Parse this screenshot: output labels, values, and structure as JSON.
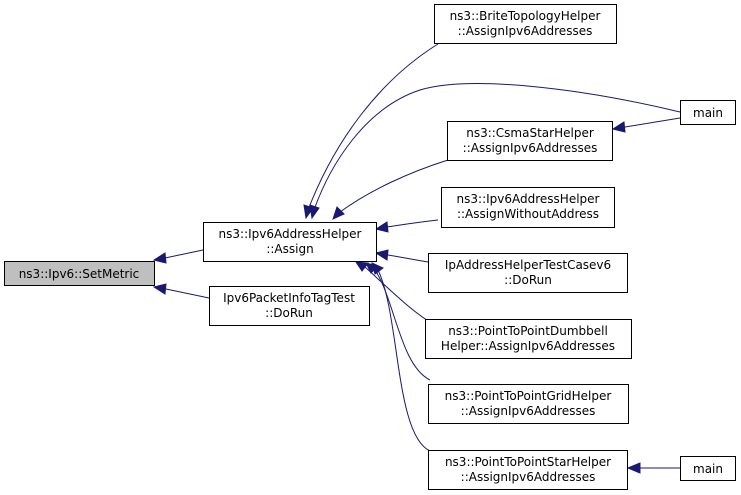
{
  "colors": {
    "edge": "#191970",
    "focus_fill": "#bfbfbf",
    "node_fill": "#ffffff",
    "node_stroke": "#000000"
  },
  "nodes": [
    {
      "id": "setmetric",
      "lines": [
        "ns3::Ipv6::SetMetric"
      ]
    },
    {
      "id": "assign",
      "lines": [
        "ns3::Ipv6AddressHelper",
        "::Assign"
      ]
    },
    {
      "id": "pktinfo",
      "lines": [
        "Ipv6PacketInfoTagTest",
        "::DoRun"
      ]
    },
    {
      "id": "brite",
      "lines": [
        "ns3::BriteTopologyHelper",
        "::AssignIpv6Addresses"
      ]
    },
    {
      "id": "csma",
      "lines": [
        "ns3::CsmaStarHelper",
        "::AssignIpv6Addresses"
      ]
    },
    {
      "id": "without",
      "lines": [
        "ns3::Ipv6AddressHelper",
        "::AssignWithoutAddress"
      ]
    },
    {
      "id": "iptest",
      "lines": [
        "IpAddressHelperTestCasev6",
        "::DoRun"
      ]
    },
    {
      "id": "dumbbell",
      "lines": [
        "ns3::PointToPointDumbbell",
        "Helper::AssignIpv6Addresses"
      ]
    },
    {
      "id": "grid",
      "lines": [
        "ns3::PointToPointGridHelper",
        "::AssignIpv6Addresses"
      ]
    },
    {
      "id": "star",
      "lines": [
        "ns3::PointToPointStarHelper",
        "::AssignIpv6Addresses"
      ]
    },
    {
      "id": "main1",
      "lines": [
        "main"
      ]
    },
    {
      "id": "main2",
      "lines": [
        "main"
      ]
    }
  ]
}
